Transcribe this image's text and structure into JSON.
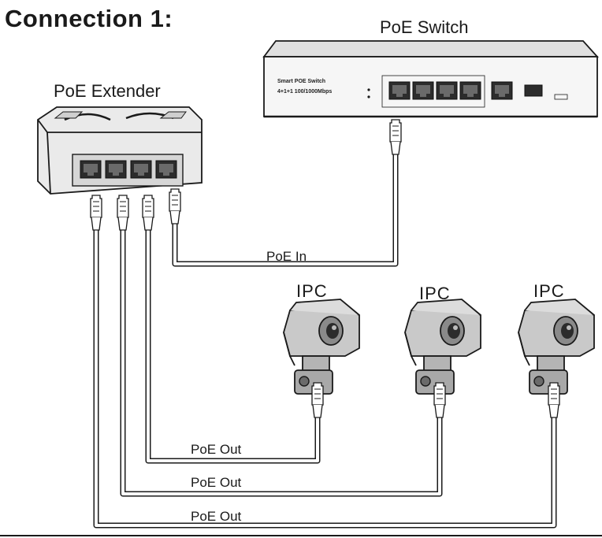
{
  "heading": "Connection 1:",
  "switch": {
    "label": "PoE Switch",
    "model": "Smart POE Switch",
    "spec": "4+1+1 100/1000Mbps"
  },
  "extender": {
    "label": "PoE Extender"
  },
  "links": {
    "poe_in": "PoE In",
    "poe_out": [
      "PoE Out",
      "PoE Out",
      "PoE Out"
    ]
  },
  "cameras": [
    {
      "label": "IPC"
    },
    {
      "label": "IPC"
    },
    {
      "label": "IPC"
    }
  ]
}
